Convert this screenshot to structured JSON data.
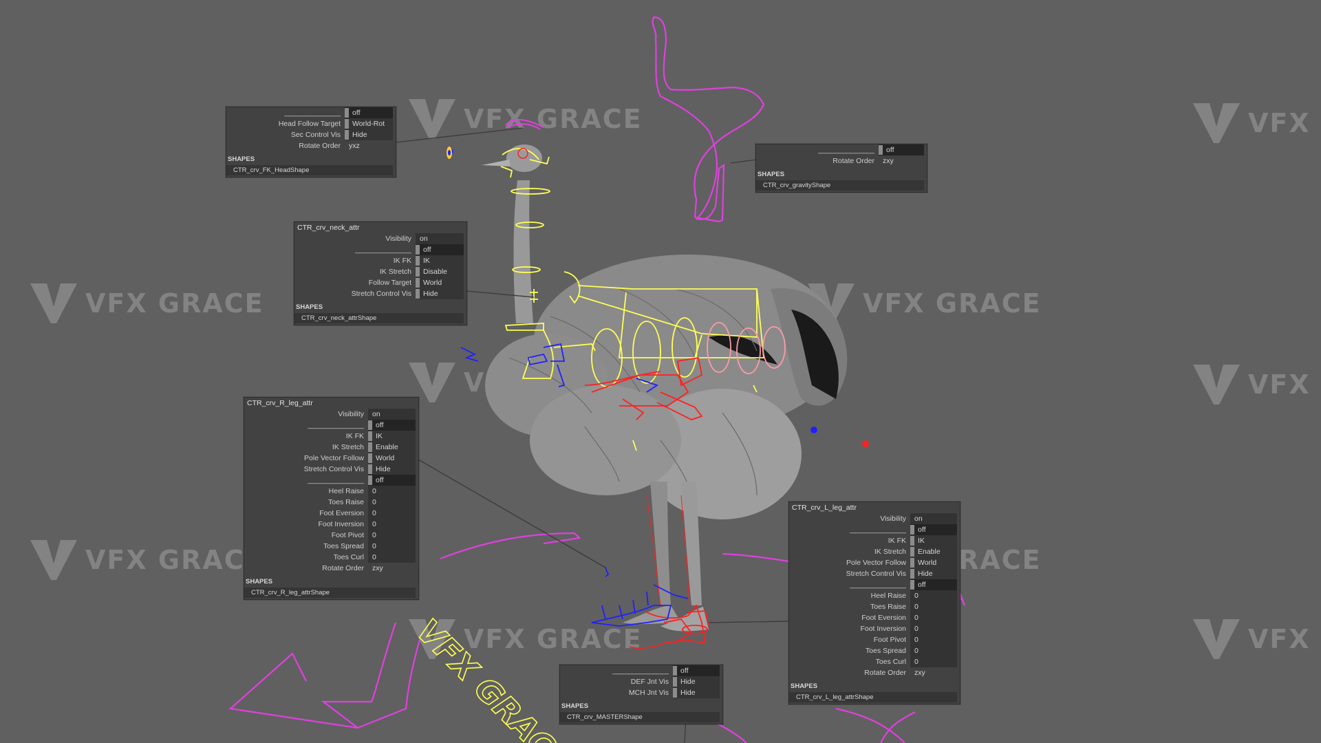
{
  "watermark": {
    "text": "VFX GRACE",
    "partial_text": "VFX G"
  },
  "colors": {
    "background": "#606060",
    "ik_control": "#ffff55",
    "left_side": "#2020ff",
    "right_side": "#ff2020",
    "global_control": "#e040e0",
    "mesh": "#9a9a9a"
  },
  "logo_text": "VFX GRACE",
  "panels": {
    "head": {
      "rows": [
        {
          "label": "______________",
          "value": "off",
          "style": "dark"
        },
        {
          "label": "Head Follow Target",
          "value": "World-Rot",
          "style": "swatch"
        },
        {
          "label": "Sec Control Vis",
          "value": "Hide",
          "style": "swatch"
        },
        {
          "label": "Rotate Order",
          "value": "yxz",
          "style": "plain"
        }
      ],
      "shapes_header": "SHAPES",
      "shape": "CTR_crv_FK_HeadShape"
    },
    "gravity": {
      "rows": [
        {
          "label": "______________",
          "value": "off",
          "style": "dark"
        },
        {
          "label": "Rotate Order",
          "value": "zxy",
          "style": "plain"
        }
      ],
      "shapes_header": "SHAPES",
      "shape": "CTR_crv_gravityShape"
    },
    "neck": {
      "title": "CTR_crv_neck_attr",
      "rows": [
        {
          "label": "Visibility",
          "value": "on",
          "style": "plain2"
        },
        {
          "label": "______________",
          "value": "off",
          "style": "dark"
        },
        {
          "label": "IK FK",
          "value": "IK",
          "style": "swatch"
        },
        {
          "label": "IK Stretch",
          "value": "Disable",
          "style": "swatch"
        },
        {
          "label": "Follow Target",
          "value": "World",
          "style": "swatch"
        },
        {
          "label": "Stretch Control Vis",
          "value": "Hide",
          "style": "swatch"
        }
      ],
      "shapes_header": "SHAPES",
      "shape": "CTR_crv_neck_attrShape"
    },
    "rleg": {
      "title": "CTR_crv_R_leg_attr",
      "rows": [
        {
          "label": "Visibility",
          "value": "on",
          "style": "plain2"
        },
        {
          "label": "______________",
          "value": "off",
          "style": "dark"
        },
        {
          "label": "IK FK",
          "value": "IK",
          "style": "swatch"
        },
        {
          "label": "IK Stretch",
          "value": "Enable",
          "style": "swatch"
        },
        {
          "label": "Pole Vector Follow",
          "value": "World",
          "style": "swatch"
        },
        {
          "label": "Stretch Control Vis",
          "value": "Hide",
          "style": "swatch"
        },
        {
          "label": "______________",
          "value": "off",
          "style": "dark"
        },
        {
          "label": "Heel Raise",
          "value": "0",
          "style": "num"
        },
        {
          "label": "Toes Raise",
          "value": "0",
          "style": "num"
        },
        {
          "label": "Foot Eversion",
          "value": "0",
          "style": "num"
        },
        {
          "label": "Foot Inversion",
          "value": "0",
          "style": "num"
        },
        {
          "label": "Foot Pivot",
          "value": "0",
          "style": "num"
        },
        {
          "label": "Toes Spread",
          "value": "0",
          "style": "num"
        },
        {
          "label": "Toes Curl",
          "value": "0",
          "style": "num"
        },
        {
          "label": "Rotate Order",
          "value": "zxy",
          "style": "plain"
        }
      ],
      "shapes_header": "SHAPES",
      "shape": "CTR_crv_R_leg_attrShape"
    },
    "lleg": {
      "title": "CTR_crv_L_leg_attr",
      "rows": [
        {
          "label": "Visibility",
          "value": "on",
          "style": "plain2"
        },
        {
          "label": "______________",
          "value": "off",
          "style": "dark"
        },
        {
          "label": "IK FK",
          "value": "IK",
          "style": "swatch"
        },
        {
          "label": "IK Stretch",
          "value": "Enable",
          "style": "swatch"
        },
        {
          "label": "Pole Vector Follow",
          "value": "World",
          "style": "swatch"
        },
        {
          "label": "Stretch Control Vis",
          "value": "Hide",
          "style": "swatch"
        },
        {
          "label": "______________",
          "value": "off",
          "style": "dark"
        },
        {
          "label": "Heel Raise",
          "value": "0",
          "style": "num"
        },
        {
          "label": "Toes Raise",
          "value": "0",
          "style": "num"
        },
        {
          "label": "Foot Eversion",
          "value": "0",
          "style": "num"
        },
        {
          "label": "Foot Inversion",
          "value": "0",
          "style": "num"
        },
        {
          "label": "Foot Pivot",
          "value": "0",
          "style": "num"
        },
        {
          "label": "Toes Spread",
          "value": "0",
          "style": "num"
        },
        {
          "label": "Toes Curl",
          "value": "0",
          "style": "num"
        },
        {
          "label": "Rotate Order",
          "value": "zxy",
          "style": "plain"
        }
      ],
      "shapes_header": "SHAPES",
      "shape": "CTR_crv_L_leg_attrShape"
    },
    "master": {
      "rows": [
        {
          "label": "______________",
          "value": "off",
          "style": "dark"
        },
        {
          "label": "DEF Jnt Vis",
          "value": "Hide",
          "style": "swatch"
        },
        {
          "label": "MCH Jnt Vis",
          "value": "Hide",
          "style": "swatch"
        }
      ],
      "shapes_header": "SHAPES",
      "shape": "CTR_crv_MASTERShape"
    }
  }
}
